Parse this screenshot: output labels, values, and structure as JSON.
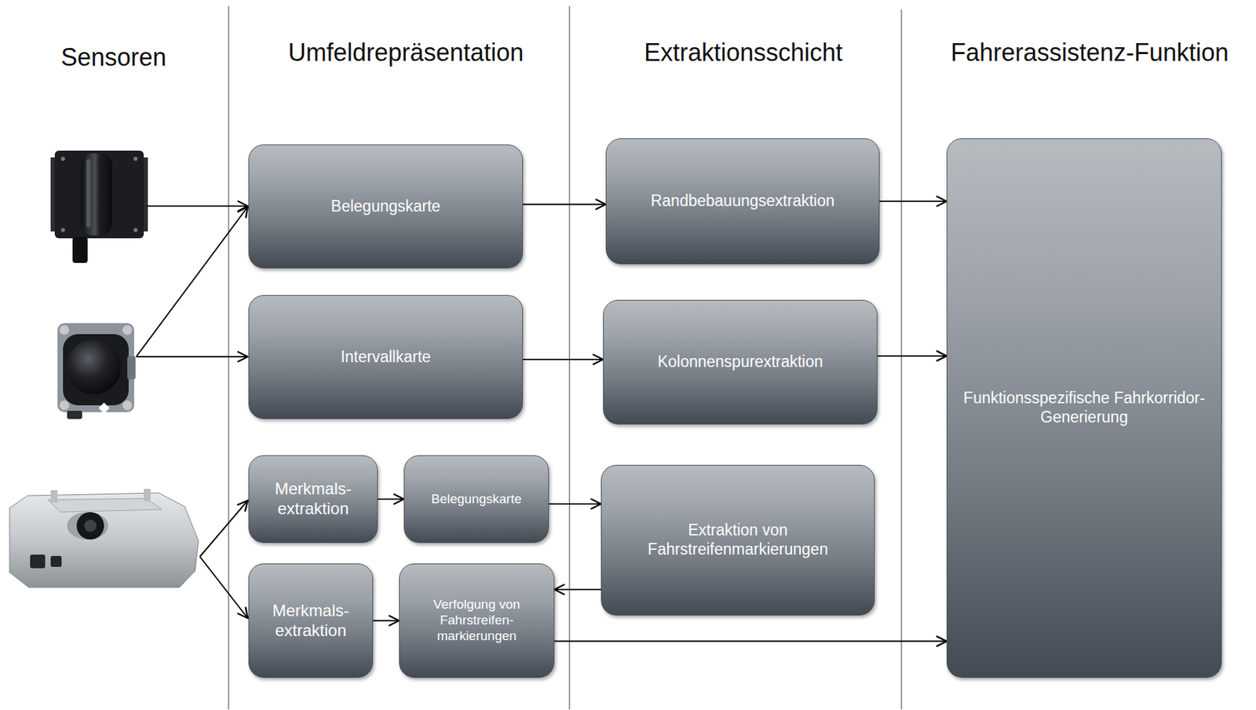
{
  "diagram": {
    "nodes": [
      {
        "text": [
          "Belegungskarte"
        ]
      },
      {
        "text": [
          "Intervallkarte"
        ]
      },
      {
        "text": [
          "Merkmals- extraktion"
        ]
      },
      {
        "text": [
          "Belegungskarte"
        ]
      },
      {
        "text": [
          "Merkmals- extraktion"
        ]
      },
      {
        "text": [
          "Verfolgung von Fahrstreifen- markierungen"
        ]
      },
      {
        "text": [
          "Randbebauungsextraktion"
        ]
      },
      {
        "text": [
          "Kolonnenspurextraktion"
        ]
      },
      {
        "text": [
          "Extraktion von Fahrstreifenmarkierungen"
        ]
      },
      {
        "text": [
          "Funktionsspezifische Fahrkorridor-Generierung"
        ]
      }
    ],
    "edges": [
      {
        "from": 0,
        "to": 6,
        "arrow": "to"
      },
      {
        "from": 1,
        "to": 7,
        "arrow": "to"
      },
      {
        "from": 2,
        "to": 3,
        "arrow": "to"
      },
      {
        "from": 3,
        "to": 8,
        "arrow": "to"
      },
      {
        "from": 4,
        "to": 5,
        "arrow": "to"
      },
      {
        "from": 8,
        "to": 5,
        "arrow": "to"
      },
      {
        "from": 5,
        "to": 9,
        "arrow": "to"
      },
      {
        "from": 6,
        "to": 9,
        "arrow": "to"
      },
      {
        "from": 7,
        "to": 9,
        "arrow": "to"
      }
    ],
    "labels": [
      "Sensoren",
      "Umfeldrepräsentation",
      "Extraktionsschicht",
      "Fahrerassistenz-Funktion"
    ]
  }
}
